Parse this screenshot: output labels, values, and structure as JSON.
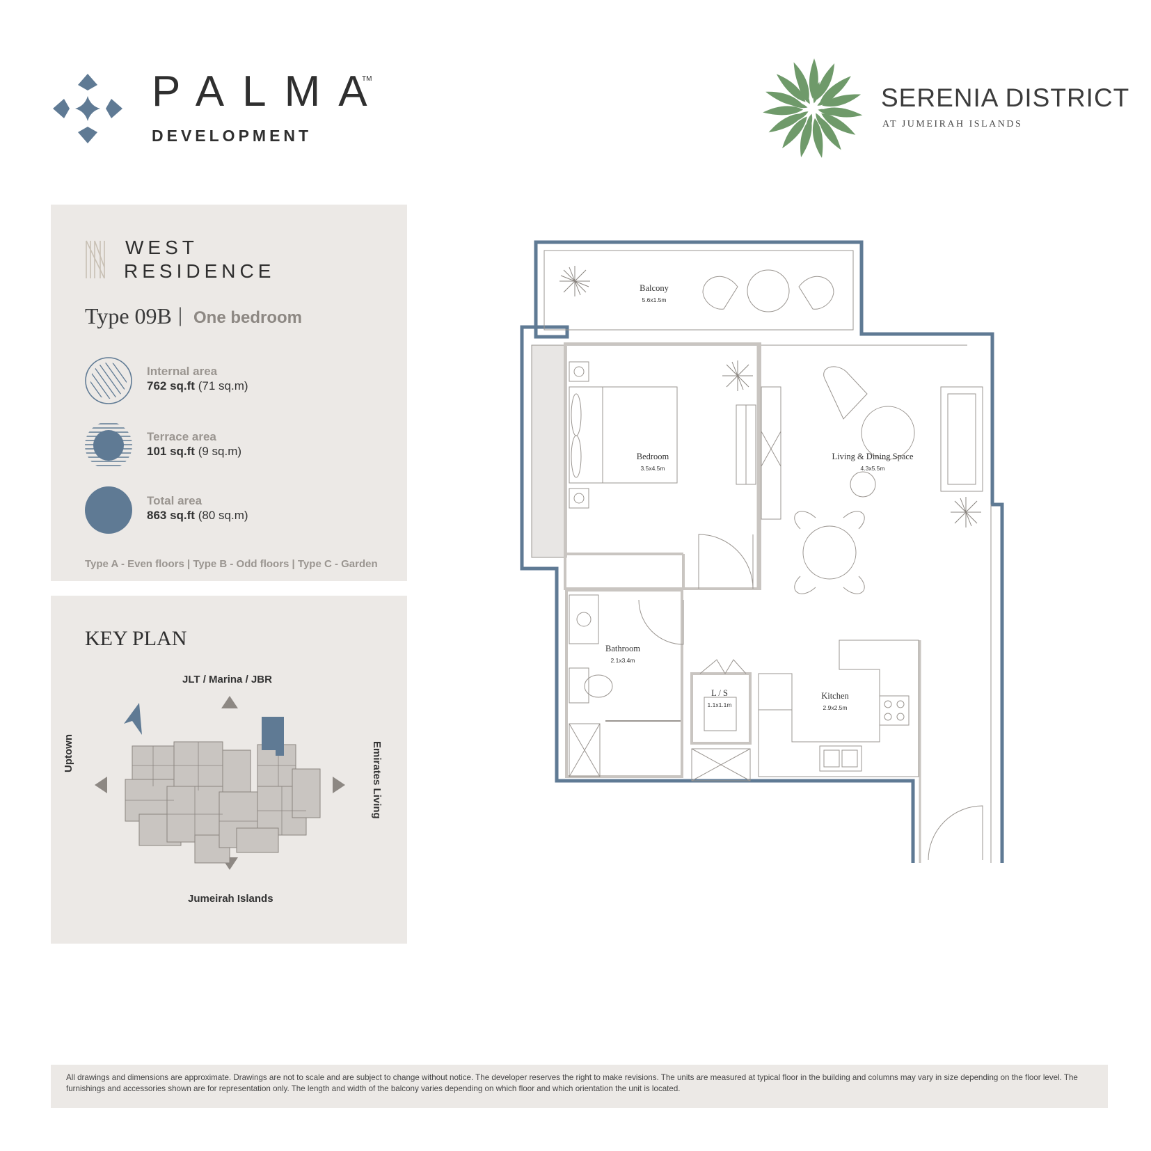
{
  "brand": {
    "palma_word": "PALMA",
    "palma_tm": "TM",
    "palma_sub": "DEVELOPMENT",
    "serenia_title": "SERENIA DISTRICT",
    "serenia_sub": "AT JUMEIRAH ISLANDS",
    "colors": {
      "blue": "#5f7a94",
      "green": "#6f9a6a",
      "panel": "#ece9e6"
    }
  },
  "residence": {
    "line1": "WEST",
    "line2": "RESIDENCE",
    "type": "Type 09B",
    "separator": "|",
    "bedrooms": "One bedroom"
  },
  "areas": [
    {
      "label": "Internal area",
      "value_bold": "762 sq.ft",
      "value_rest": "(71 sq.m)"
    },
    {
      "label": "Terrace area",
      "value_bold": "101 sq.ft",
      "value_rest": "(9 sq.m)"
    },
    {
      "label": "Total area",
      "value_bold": "863 sq.ft",
      "value_rest": "(80 sq.m)"
    }
  ],
  "type_note": "Type A - Even floors | Type B - Odd floors | Type C - Garden",
  "key_plan": {
    "title": "KEY PLAN",
    "north": "JLT / Marina / JBR",
    "south": "Jumeirah Islands",
    "west": "Uptown",
    "east": "Emirates Living",
    "compass": "N"
  },
  "rooms": {
    "balcony": {
      "name": "Balcony",
      "dim": "5.6x1.5m"
    },
    "bedroom": {
      "name": "Bedroom",
      "dim": "3.5x4.5m"
    },
    "living": {
      "name": "Living & Dining Space",
      "dim": "4.3x5.5m"
    },
    "bathroom": {
      "name": "Bathroom",
      "dim": "2.1x3.4m"
    },
    "ls": {
      "name": "L / S",
      "dim": "1.1x1.1m"
    },
    "kitchen": {
      "name": "Kitchen",
      "dim": "2.9x2.5m"
    }
  },
  "disclaimer": "All drawings and dimensions are approximate. Drawings are not to scale and are subject to change without notice. The developer reserves the right to make revisions. The units are measured at typical floor in the building and columns may vary in size depending on the floor level. The furnishings and accessories shown are for representation only. The length and width of the balcony varies depending on which floor and which orientation the unit is located."
}
